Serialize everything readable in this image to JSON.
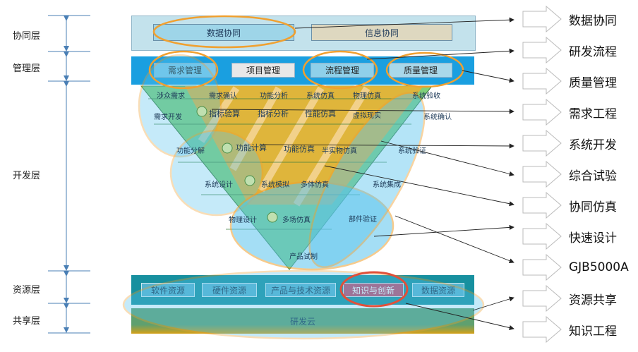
{
  "layers": [
    "协同层",
    "管理层",
    "开发层",
    "资源层",
    "共享层"
  ],
  "collab": {
    "items": [
      "数据协同",
      "信息协同"
    ]
  },
  "management": {
    "items": [
      "需求管理",
      "项目管理",
      "流程管理",
      "质量管理"
    ]
  },
  "vmodel": {
    "row1": [
      "涉众需求",
      "需求确认",
      "功能分析",
      "系统仿真",
      "物理仿真",
      "系统验收"
    ],
    "row2": [
      "需求开发",
      "指标验算",
      "指标分析",
      "性能仿真",
      "虚拟现实",
      "系统确认"
    ],
    "row3": [
      "功能分解",
      "功能计算",
      "功能仿真",
      "半实物仿真",
      "系统验证"
    ],
    "row4": [
      "系统设计",
      "系统模拟",
      "多体仿真",
      "系统集成"
    ],
    "row5": [
      "物理设计",
      "多场仿真",
      "部件验证"
    ],
    "row6": [
      "产品试制"
    ]
  },
  "resources": {
    "items": [
      "软件资源",
      "硬件资源",
      "产品与技术资源",
      "知识与创新",
      "数据资源"
    ]
  },
  "sharing": {
    "cloud_label": "研发云"
  },
  "right_labels": [
    "数据协同",
    "研发流程",
    "质量管理",
    "需求工程",
    "系统开发",
    "综合试验",
    "协同仿真",
    "快速设计",
    "GJB5000A",
    "资源共享",
    "知识工程"
  ],
  "colors": {
    "collab_band": "#c3e2ec",
    "management_band": "#1a9fe0",
    "resource_band": "#17909f",
    "cloud_band": "#5fa06f",
    "cloud_bottom": "#d4a017",
    "green": "#7fd07a",
    "orange": "#f0a84a",
    "blue_ellipse": "#5bc4ee",
    "highlight_orange": "#f0a030",
    "highlight_red": "#e0503a"
  },
  "icons": [
    "double-arrow-icon",
    "gear-icon",
    "chevron-arrow-icon"
  ]
}
